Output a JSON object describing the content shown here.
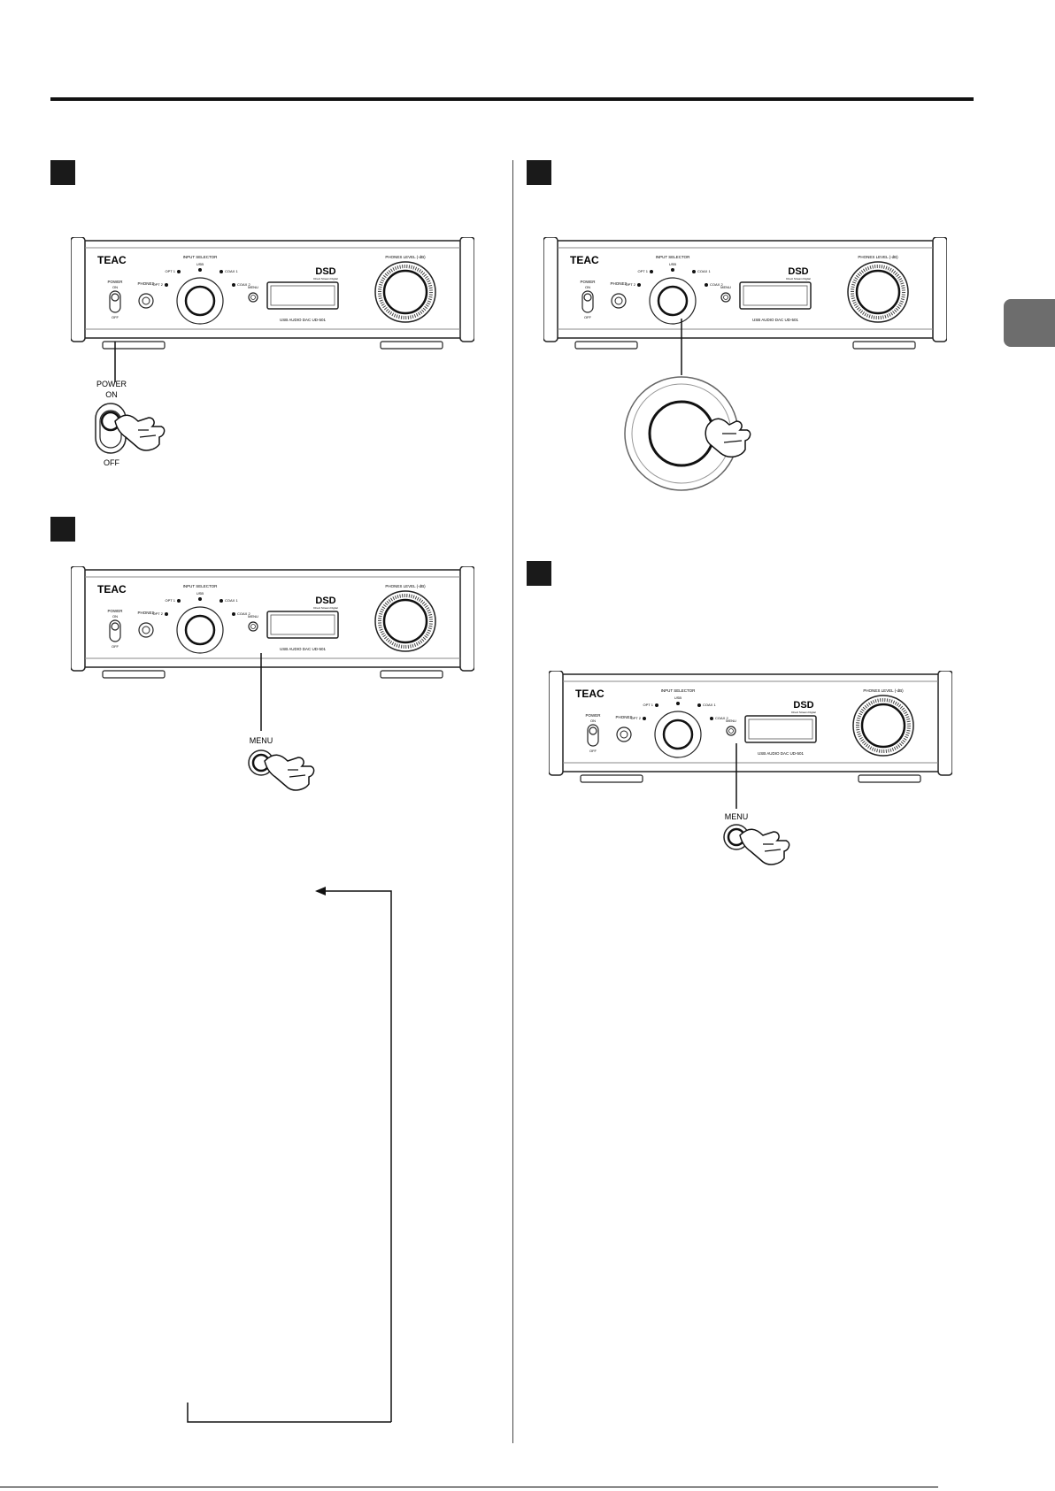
{
  "unit": {
    "brand": "TEAC",
    "power_label": "POWER",
    "power_on": "ON",
    "power_off": "OFF",
    "phones_label": "PHONES",
    "input_selector_label": "INPUT SELECTOR",
    "usb_label": "USB",
    "opt1_label": "OPT 1",
    "opt2_label": "OPT 2",
    "coax1_label": "COAX 1",
    "coax2_label": "COAX 2",
    "menu_label": "MENU",
    "dsd_logo": "DSD",
    "dsd_sub": "Direct Stream Digital",
    "model_label": "USB AUDIO DAC UD-501",
    "phones_level_label": "PHONES LEVEL (-dB)"
  },
  "callouts": {
    "power": "POWER",
    "power_on": "ON",
    "power_off": "OFF",
    "menu_left": "MENU",
    "menu_right": "MENU"
  }
}
